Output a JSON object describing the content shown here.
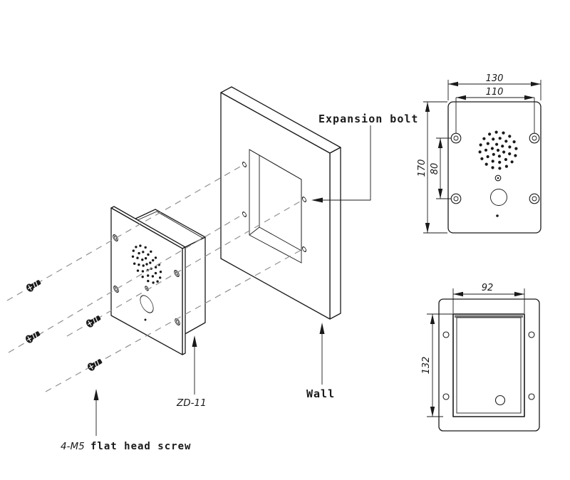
{
  "colors": {
    "line": "#1a1a1a",
    "dash": "#909090",
    "background": "#ffffff"
  },
  "labels": {
    "expansion_bolt": "Expansion bolt",
    "wall": "Wall",
    "model": "ZD-11",
    "screw_spec": "4-M5",
    "screw_type": "flat head screw"
  },
  "front_view": {
    "overall_width": "130",
    "hole_spacing_width": "110",
    "overall_height": "170",
    "hole_spacing_height": "80"
  },
  "rear_view": {
    "cutout_width": "92",
    "cutout_height": "132"
  }
}
